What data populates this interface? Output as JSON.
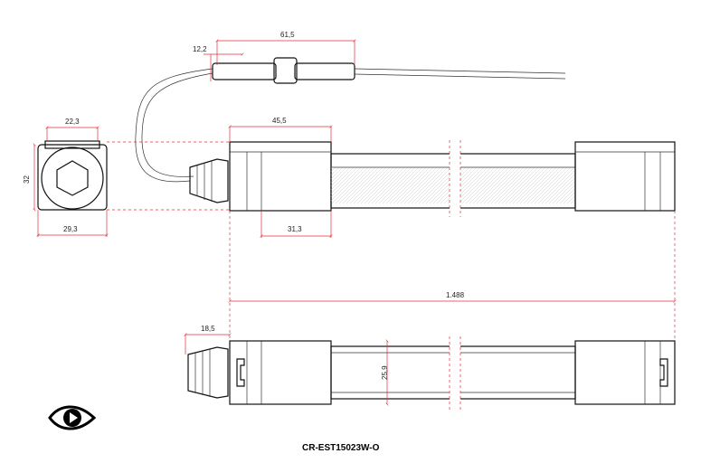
{
  "dimensions": {
    "cable_connector_length": "12,2",
    "cable_overall_length": "61,5",
    "end_cap_width": "22,3",
    "end_cap_height": "32",
    "end_cap_base_width": "29,3",
    "end_cap_length": "45,5",
    "end_cap_inner_length": "31,3",
    "overall_length": "1.488",
    "gland_length": "18,5",
    "body_height": "25,9"
  },
  "product_code": "CR-EST15023W-O",
  "icons": {
    "view": "eye-icon"
  },
  "colors": {
    "dimension_line": "#e0303a",
    "outline": "#111111"
  }
}
